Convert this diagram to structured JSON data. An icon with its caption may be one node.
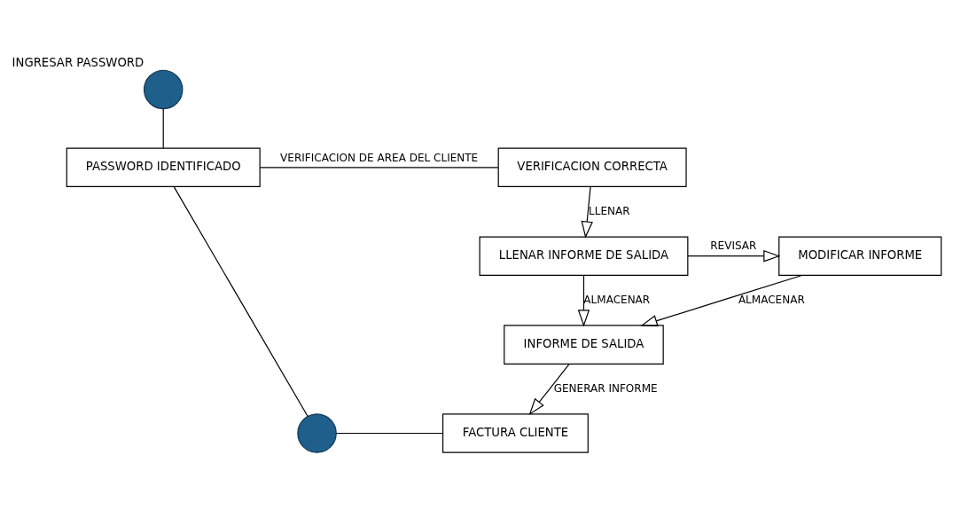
{
  "diagram": {
    "nodes": [
      {
        "text": [],
        "shape": "circle",
        "beside": [
          "INGRESAR PASSWORD"
        ]
      },
      {
        "text": [
          "PASSWORD IDENTIFICADO"
        ]
      },
      {
        "text": [
          "VERIFICACION CORRECTA"
        ]
      },
      {
        "text": [
          "LLENAR INFORME DE SALIDA"
        ]
      },
      {
        "text": [
          "MODIFICAR INFORME"
        ]
      },
      {
        "text": [
          "INFORME DE SALIDA"
        ]
      },
      {
        "text": [
          "FACTURA CLIENTE"
        ]
      },
      {
        "text": [],
        "shape": "circle"
      }
    ],
    "edges": [
      {
        "from": 0,
        "to": 1,
        "arrow": "none"
      },
      {
        "from": 1,
        "to": 2,
        "arrow": "none",
        "label": "VERIFICACION DE AREA DEL CLIENTE"
      },
      {
        "from": 2,
        "to": 3,
        "arrow": "to",
        "label": "LLENAR"
      },
      {
        "from": 3,
        "to": 4,
        "arrow": "to",
        "label": "REVISAR"
      },
      {
        "from": 3,
        "to": 5,
        "arrow": "to",
        "label": "ALMACENAR"
      },
      {
        "from": 4,
        "to": 5,
        "arrow": "to",
        "label": "ALMACENAR"
      },
      {
        "from": 5,
        "to": 6,
        "arrow": "to",
        "label": "GENERAR INFORME"
      },
      {
        "from": 1,
        "to": 7,
        "arrow": "none"
      },
      {
        "from": 7,
        "to": 6,
        "arrow": "none"
      }
    ]
  }
}
